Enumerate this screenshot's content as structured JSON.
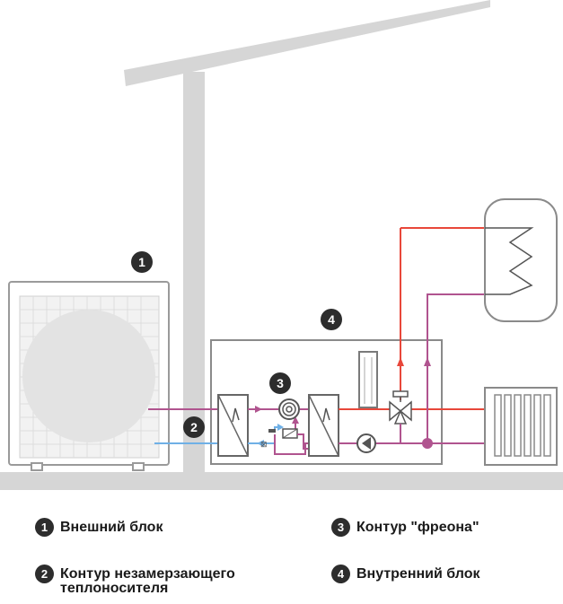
{
  "badges": {
    "b1": "1",
    "b2": "2",
    "b3": "3",
    "b4": "4"
  },
  "legend": {
    "item1": {
      "num": "1",
      "text": "Внешний блок"
    },
    "item2": {
      "num": "2",
      "text": "Контур незамерзающего теплоносителя"
    },
    "item3": {
      "num": "3",
      "text": "Контур \"фреона\""
    },
    "item4": {
      "num": "4",
      "text": "Внутренний блок"
    }
  },
  "colors": {
    "structure": "#d6d6d6",
    "outline": "#8a8a8a",
    "hot_pipe": "#e8473a",
    "antifreeze_hot": "#b0548f",
    "antifreeze_cold": "#6fb0e6",
    "badge": "#2d2d2d"
  }
}
